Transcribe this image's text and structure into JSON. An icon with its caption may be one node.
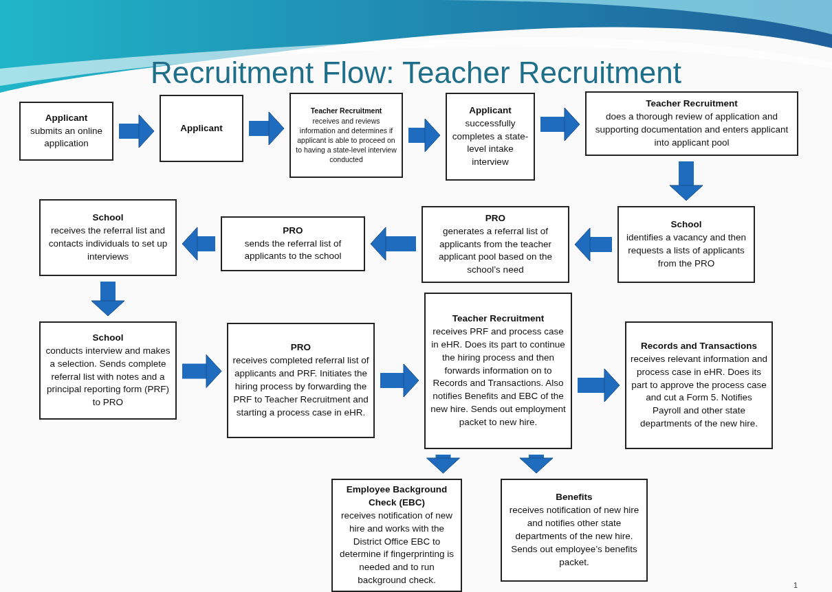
{
  "diagram": {
    "title": "Recruitment Flow: Teacher Recruitment",
    "nodes": [
      {
        "text": [
          "Applicant",
          "submits an online application"
        ]
      },
      {
        "text": [
          "Applicant"
        ]
      },
      {
        "text": [
          "Teacher Recruitment",
          "receives and reviews information and determines if applicant is able to proceed on to having a state-level interview conducted"
        ]
      },
      {
        "text": [
          "Applicant",
          "successfully completes a state-level intake interview"
        ]
      },
      {
        "text": [
          "Teacher Recruitment",
          "does a thorough review of application and supporting documentation and enters applicant into applicant pool"
        ]
      },
      {
        "text": [
          "School",
          "identifies a vacancy and then requests a lists of applicants from the PRO"
        ]
      },
      {
        "text": [
          "PRO",
          "generates a referral list of applicants from the teacher applicant pool based on the school’s need"
        ]
      },
      {
        "text": [
          "PRO",
          "sends the referral list of applicants to the school"
        ]
      },
      {
        "text": [
          "School",
          "receives the referral list and contacts individuals to set up interviews"
        ]
      },
      {
        "text": [
          "School",
          "conducts interview and makes a selection.  Sends complete referral list with notes and a principal reporting form (PRF) to PRO"
        ]
      },
      {
        "text": [
          "PRO",
          "receives completed referral list of applicants and PRF. Initiates the hiring process by forwarding the PRF to Teacher Recruitment and starting a process case in eHR."
        ]
      },
      {
        "text": [
          "Teacher Recruitment",
          "receives PRF and process case in eHR.  Does its part to continue the hiring process and then forwards information on to Records and Transactions. Also notifies Benefits and EBC of the new hire. Sends out employment packet to new hire."
        ]
      },
      {
        "text": [
          "Records and Transactions",
          "receives relevant information and process case in eHR.  Does its part to approve the process case and cut a Form 5. Notifies Payroll and other state departments of the new hire."
        ]
      },
      {
        "text": [
          "Employee Background Check (EBC)",
          "receives notification of new hire and works with the District Office EBC to determine if fingerprinting is needed and to run background check."
        ]
      },
      {
        "text": [
          "Benefits",
          "receives notification of new hire and notifies other state departments of the new hire. Sends out employee’s benefits packet."
        ]
      }
    ],
    "edges": [
      {
        "from": 0,
        "to": 1,
        "arrow": "to"
      },
      {
        "from": 1,
        "to": 2,
        "arrow": "to"
      },
      {
        "from": 2,
        "to": 3,
        "arrow": "to"
      },
      {
        "from": 3,
        "to": 4,
        "arrow": "to"
      },
      {
        "from": 4,
        "to": 5,
        "arrow": "to"
      },
      {
        "from": 5,
        "to": 6,
        "arrow": "to"
      },
      {
        "from": 6,
        "to": 7,
        "arrow": "to"
      },
      {
        "from": 7,
        "to": 8,
        "arrow": "to"
      },
      {
        "from": 8,
        "to": 9,
        "arrow": "to"
      },
      {
        "from": 9,
        "to": 10,
        "arrow": "to"
      },
      {
        "from": 10,
        "to": 11,
        "arrow": "to"
      },
      {
        "from": 11,
        "to": 12,
        "arrow": "to"
      },
      {
        "from": 11,
        "to": 13,
        "arrow": "to"
      },
      {
        "from": 11,
        "to": 14,
        "arrow": "to"
      }
    ],
    "labels": [
      "1"
    ]
  }
}
